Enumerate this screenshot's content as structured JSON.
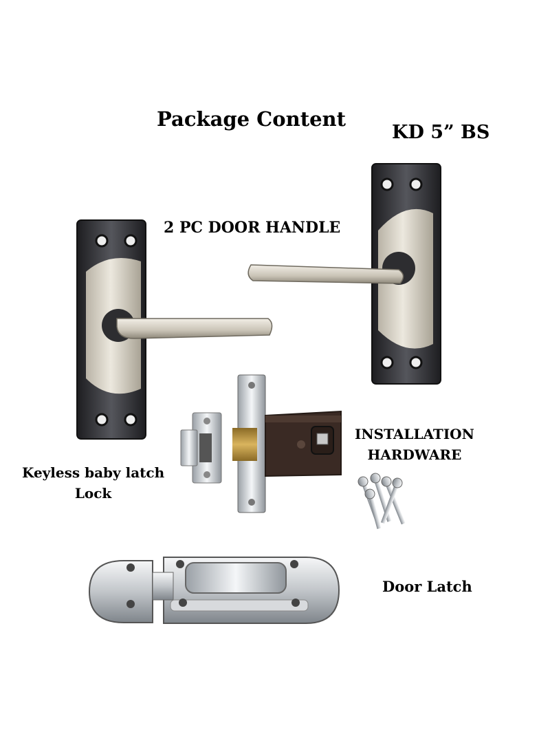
{
  "texts": {
    "title": "Package Content",
    "model": "KD 5” BS",
    "door_handle": "2 PC DOOR HANDLE",
    "installation_line1": "INSTALLATION",
    "installation_line2": "HARDWARE",
    "baby_latch_line1": "Keyless baby latch",
    "baby_latch_line2": "Lock",
    "door_latch": "Door Latch"
  },
  "colors": {
    "chrome_dark": "#2b2b2f",
    "satin_nickel": "#d9d4c8",
    "brass": "#c9a24a",
    "lock_body": "#3a2a24",
    "steel": "#c8ccd0"
  }
}
